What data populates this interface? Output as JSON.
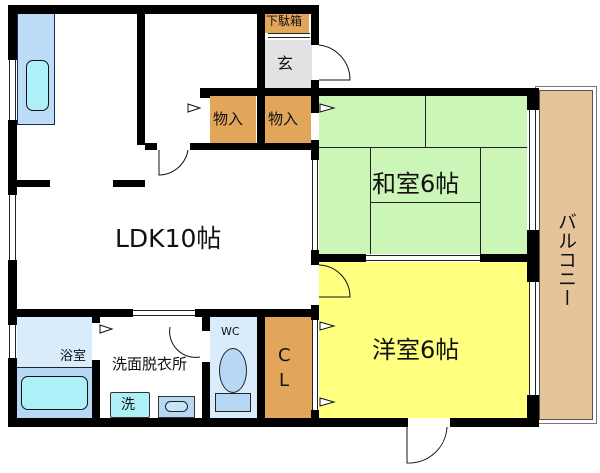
{
  "colors": {
    "wall": "#000000",
    "floor_white": "#ffffff",
    "tatami": "#ccf5b8",
    "western_room": "#ffff80",
    "storage": "#e2a65a",
    "genkan": "#e2e2e2",
    "wet_area": "#d8ecfb",
    "fixture_blue": "#b7d8f5",
    "bath_water": "#aef0f8",
    "balcony": "#e5c49a"
  },
  "rooms": {
    "ldk": {
      "label": "LDK10帖"
    },
    "washitsu": {
      "label": "和室6帖"
    },
    "youshitsu": {
      "label": "洋室6帖"
    },
    "balcony": {
      "label": "バルコニー"
    },
    "genkan": {
      "label": "玄"
    },
    "shoe_box": {
      "label": "下駄箱"
    },
    "storage_1": {
      "label": "物入"
    },
    "storage_2": {
      "label": "物入"
    },
    "bathroom": {
      "label": "浴室"
    },
    "washroom": {
      "label": "洗面脱衣所"
    },
    "washer": {
      "label": "洗"
    },
    "toilet": {
      "label": "WC"
    },
    "closet": {
      "label_line1": "C",
      "label_line2": "L"
    }
  }
}
